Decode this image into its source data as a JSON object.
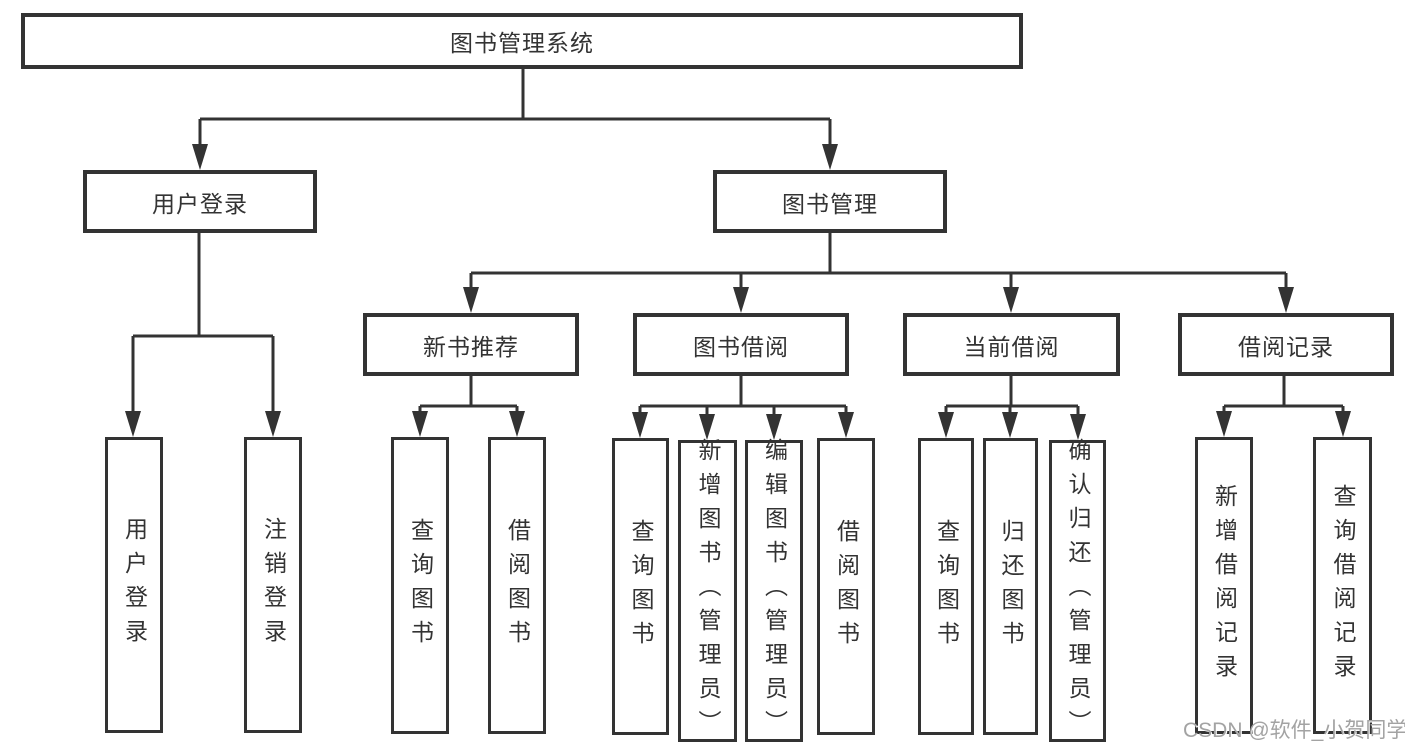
{
  "diagram": {
    "title": "图书管理系统",
    "root": {
      "label": "图书管理系统"
    },
    "level2": [
      {
        "id": "user-login",
        "label": "用户登录"
      },
      {
        "id": "book-management",
        "label": "图书管理"
      }
    ],
    "level3": [
      {
        "id": "new-book-recommend",
        "label": "新书推荐"
      },
      {
        "id": "book-borrow",
        "label": "图书借阅"
      },
      {
        "id": "current-borrow",
        "label": "当前借阅"
      },
      {
        "id": "borrow-record",
        "label": "借阅记录"
      }
    ],
    "leaves": {
      "user_login": [
        "用户登录",
        "注销登录"
      ],
      "new_book": [
        "查询图书",
        "借阅图书"
      ],
      "book_borrow": [
        "查询图书",
        "新增图书（管理员）",
        "编辑图书（管理员）",
        "借阅图书"
      ],
      "current_borrow": [
        "查询图书",
        "归还图书",
        "确认归还（管理员）"
      ],
      "borrow_record": [
        "新增借阅记录",
        "查询借阅记录"
      ]
    },
    "watermark": "CSDN @软件_小贺同学",
    "colors": {
      "line": "#333333",
      "box_border": "#333333",
      "box_background": "#ffffff",
      "text": "#333333",
      "watermark_text": "#a3a3a3"
    }
  }
}
